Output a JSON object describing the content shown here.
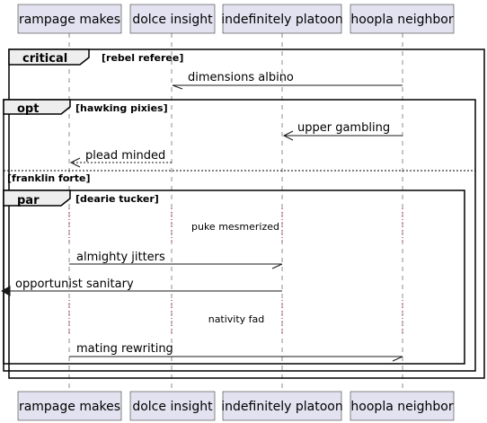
{
  "participants": [
    {
      "id": "p1",
      "label": "rampage makes"
    },
    {
      "id": "p2",
      "label": "dolce insight"
    },
    {
      "id": "p3",
      "label": "indefinitely platoon"
    },
    {
      "id": "p4",
      "label": "hoopla neighbor"
    }
  ],
  "fragments": {
    "critical": {
      "label": "critical",
      "guard": "[rebel referee]"
    },
    "opt": {
      "label": "opt",
      "guard": "[hawking pixies]"
    },
    "else_guard": "[franklin forte]",
    "par": {
      "label": "par",
      "guard": "[dearie tucker]"
    }
  },
  "messages": [
    {
      "from": "hoopla neighbor",
      "to": "dolce insight",
      "text": "dimensions albino",
      "style": "solid",
      "head": "half"
    },
    {
      "from": "hoopla neighbor",
      "to": "indefinitely platoon",
      "text": "upper gambling",
      "style": "solid",
      "head": "open"
    },
    {
      "from": "dolce insight",
      "to": "rampage makes",
      "text": "plead minded",
      "style": "dashed",
      "head": "open"
    },
    {
      "from": "rampage makes",
      "to": "indefinitely platoon",
      "text": "almighty jitters",
      "style": "solid",
      "head": "half"
    },
    {
      "from": "indefinitely platoon",
      "to": "left edge",
      "text": "opportunist sanitary",
      "style": "solid",
      "head": "filled"
    },
    {
      "from": "rampage makes",
      "to": "hoopla neighbor",
      "text": "mating rewriting",
      "style": "solid",
      "head": "half"
    }
  ],
  "notes": [
    {
      "text": "puke mesmerized"
    },
    {
      "text": "nativity fad"
    }
  ]
}
